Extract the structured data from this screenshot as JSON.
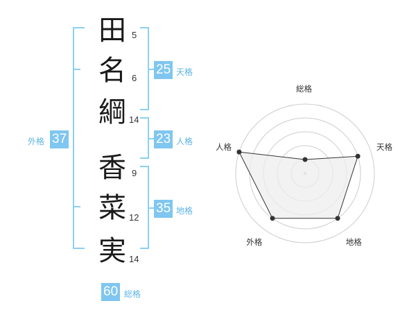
{
  "name_chars": [
    {
      "char": "田",
      "strokes": "5"
    },
    {
      "char": "名",
      "strokes": "6"
    },
    {
      "char": "綱",
      "strokes": "14"
    },
    {
      "char": "香",
      "strokes": "9"
    },
    {
      "char": "菜",
      "strokes": "12"
    },
    {
      "char": "実",
      "strokes": "14"
    }
  ],
  "fortunes": {
    "tenkaku": {
      "label": "天格",
      "value": "25"
    },
    "jinkaku": {
      "label": "人格",
      "value": "23"
    },
    "chikaku": {
      "label": "地格",
      "value": "35"
    },
    "gaikaku": {
      "label": "外格",
      "value": "37"
    },
    "soukaku": {
      "label": "総格",
      "value": "60"
    }
  },
  "colors": {
    "accent": "#7fc6f0",
    "accent_text": "#5fb5e6",
    "bracket": "#8ccff5",
    "radar_fill": "#eeeeee",
    "radar_line": "#333333"
  },
  "chart_data": {
    "type": "radar",
    "axes": [
      "総格",
      "天格",
      "地格",
      "外格",
      "人格"
    ],
    "values": [
      0.2,
      0.8,
      0.8,
      0.8,
      1.0
    ],
    "scale_max": 1,
    "rings": 5
  }
}
